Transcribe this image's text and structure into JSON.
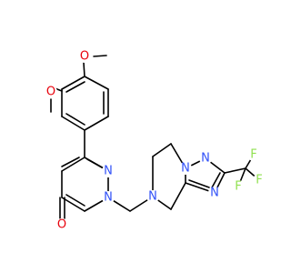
{
  "molecule": {
    "atoms": [
      {
        "id": "o1",
        "label": "O",
        "color": "#e8000b"
      },
      {
        "id": "o2",
        "label": "O",
        "color": "#e8000b"
      },
      {
        "id": "o3",
        "label": "O",
        "color": "#e8000b"
      },
      {
        "id": "n1",
        "label": "N",
        "color": "#3050f8"
      },
      {
        "id": "n2",
        "label": "N",
        "color": "#3050f8"
      },
      {
        "id": "n3",
        "label": "N",
        "color": "#3050f8"
      },
      {
        "id": "n4",
        "label": "N",
        "color": "#3050f8"
      },
      {
        "id": "n5",
        "label": "N",
        "color": "#3050f8"
      },
      {
        "id": "n6",
        "label": "N",
        "color": "#3050f8"
      },
      {
        "id": "f1",
        "label": "F",
        "color": "#90e050"
      },
      {
        "id": "f2",
        "label": "F",
        "color": "#90e050"
      },
      {
        "id": "f3",
        "label": "F",
        "color": "#90e050"
      }
    ],
    "bond_color": "#000000"
  }
}
